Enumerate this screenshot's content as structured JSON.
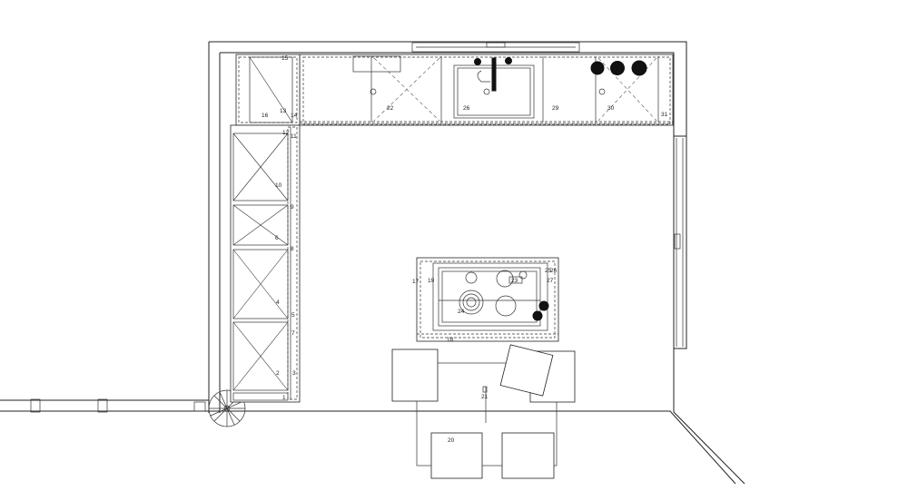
{
  "labels": {
    "top_run": [
      "15",
      "16",
      "13",
      "14",
      "22",
      "26",
      "29",
      "30",
      "31"
    ],
    "left_run": [
      "12",
      "11",
      "10",
      "9",
      "8",
      "7",
      "6",
      "5",
      "4",
      "3",
      "2",
      "1"
    ],
    "island": [
      "17",
      "18",
      "19",
      "23",
      "24",
      "25",
      "26",
      "27"
    ],
    "table": [
      "21",
      "20"
    ]
  }
}
